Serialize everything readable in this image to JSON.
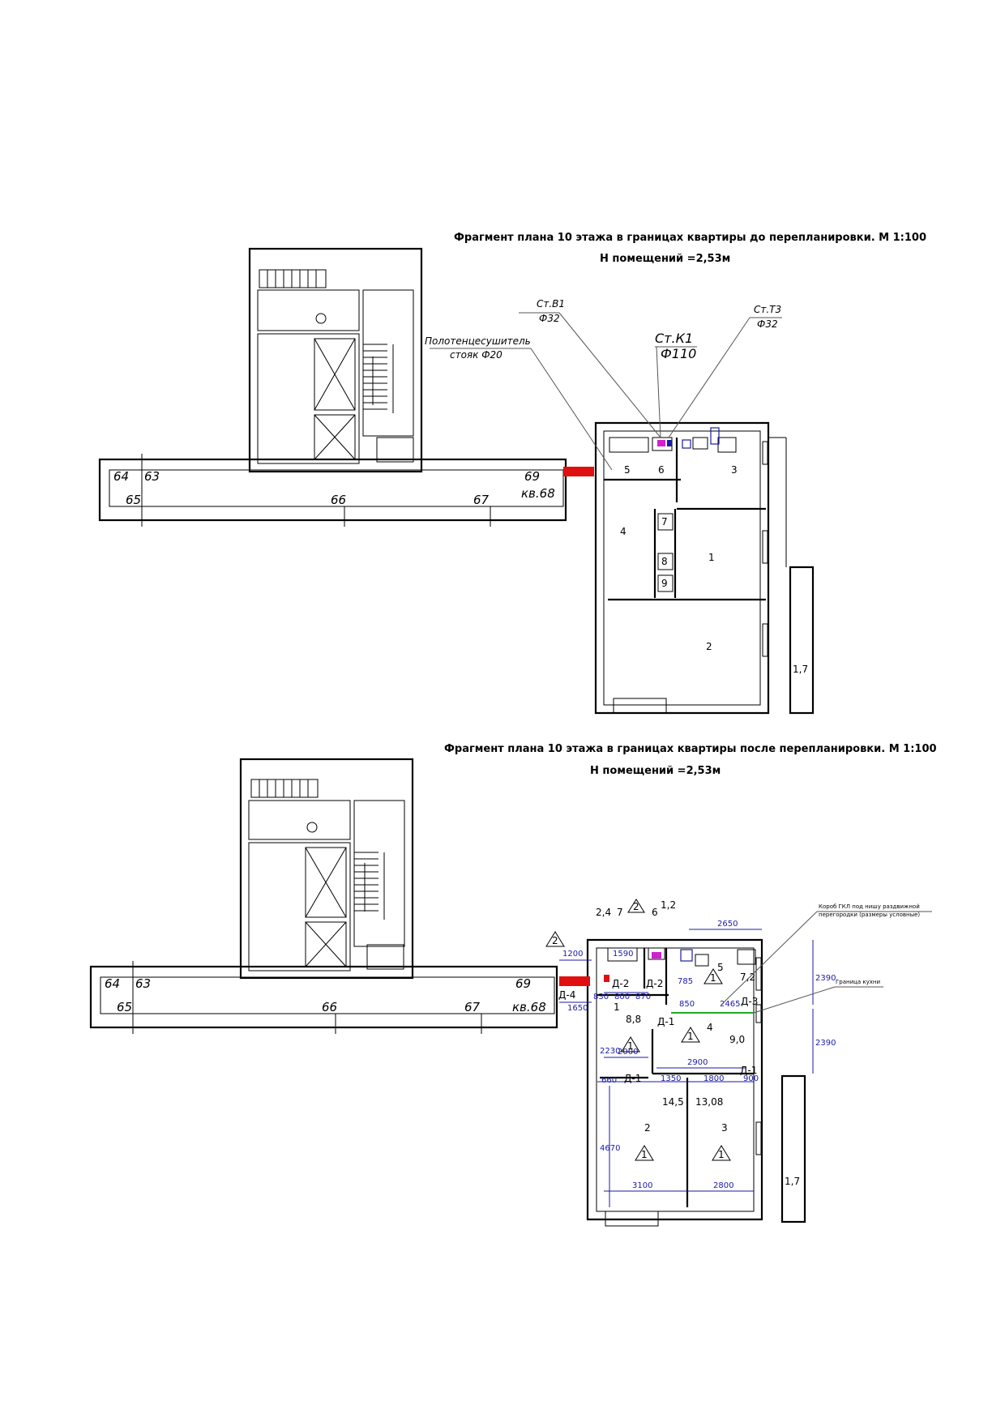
{
  "plan_before": {
    "title": "Фрагмент плана 10 этажа в границах квартиры до перепланировки. М 1:100",
    "height_note": "Н помещений =2,53м",
    "callouts": {
      "st_v1": "Ст.В1",
      "st_v1_d": "Ф32",
      "st_k1": "Ст.К1",
      "st_k1_d": "Ф110",
      "st_t3": "Ст.Т3",
      "st_t3_d": "Ф32",
      "towel_1": "Полотенцесушитель",
      "towel_2": "стояк Ф20"
    },
    "axes": {
      "a64": "64",
      "a63": "63",
      "a65": "65",
      "a66": "66",
      "a67": "67",
      "a69": "69"
    },
    "apt": "кв.68",
    "rooms": {
      "r1": "1",
      "r2": "2",
      "r3": "3",
      "r4": "4",
      "r5": "5",
      "r6": "6",
      "r7": "7",
      "r8": "8",
      "r9": "9"
    },
    "balcony": "1,7"
  },
  "plan_after": {
    "title": "Фрагмент плана 10 этажа в границах квартиры после перепланировки. М 1:100",
    "height_note": "Н помещений =2,53м",
    "axes": {
      "a64": "64",
      "a63": "63",
      "a65": "65",
      "a66": "66",
      "a67": "67",
      "a69": "69"
    },
    "apt": "кв.68",
    "rooms": {
      "r1": "1",
      "r2": "2",
      "r3": "3",
      "r4": "4",
      "r5": "5",
      "r6": "6",
      "r7": "7"
    },
    "areas": {
      "a24": "2,4",
      "a12": "1,2",
      "a72": "7,2",
      "a88": "8,8",
      "a90": "9,0",
      "a145": "14,5",
      "a1308": "13,08"
    },
    "doors": {
      "d1a": "Д-1",
      "d1b": "Д-1",
      "d1c": "Д-1",
      "d2a": "Д-2",
      "d2b": "Д-2",
      "d3": "Д-3",
      "d4": "Д-4"
    },
    "triangle_1": "1",
    "triangle_2": "2",
    "dims": {
      "d2650": "2650",
      "d1200": "1200",
      "d1590": "1590",
      "d2390a": "2390",
      "d2390b": "2390",
      "d830": "830",
      "d800": "800",
      "d870": "870",
      "d1650": "1650",
      "d850": "850",
      "d2465": "2465",
      "d2230": "2230",
      "d2000": "2000",
      "d2900": "2900",
      "d1350": "1350",
      "d1800": "1800",
      "d900": "900",
      "d660": "660",
      "d4670": "4670",
      "d3100": "3100",
      "d2800": "2800",
      "d785": "785"
    },
    "notes": {
      "box_1": "Короб ГКЛ под нишу раздвижной",
      "box_2": "перегородки (размеры условные)",
      "kitchen_border": "Граница кухни"
    },
    "balcony": "1,7"
  },
  "colors": {
    "dimension": "#1a1aa8",
    "radiator": "#e01010",
    "riser": "#d020d0",
    "fixture": "#1a1aa8",
    "kitchen_border": "#22aa22"
  }
}
